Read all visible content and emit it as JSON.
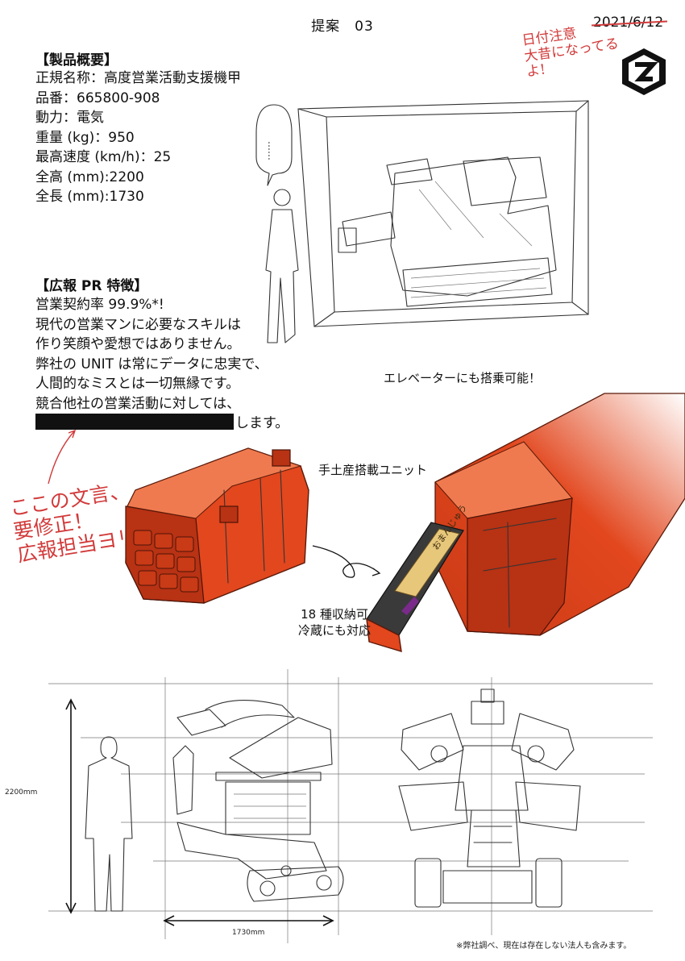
{
  "header": {
    "title": "提案　03",
    "date": "2021/6/12",
    "date_note": "日付注意\n大昔になってるよ!"
  },
  "overview": {
    "heading": "【製品概要】",
    "lines": [
      "正規名称：高度営業活動支援機甲",
      "品番：665800-908",
      "動力：電気",
      "重量 (kg)：950",
      "最高速度 (km/h)：25",
      "全高 (mm):2200",
      "全長 (mm):1730"
    ]
  },
  "pr": {
    "heading": "【広報 PR 特徴】",
    "lines": [
      "営業契約率 99.9%*!",
      "現代の営業マンに必要なスキルは",
      "作り笑顔や愛想ではありません。",
      "弊社の UNIT は常にデータに忠実で、",
      "人間的なミスとは一切無縁です。",
      "競合他社の営業活動に対しては、"
    ],
    "last_line_suffix": "します。"
  },
  "captions": {
    "elevator": "エレベーターにも搭乗可能！",
    "souvenir_unit": "手土産搭載ユニット",
    "storage_1": "18 種収納可",
    "storage_2": "冷蔵にも対応",
    "box_label": "おまんじゅう"
  },
  "correction_note": [
    "ここの文言、",
    "要修正！",
    "広報担当ヨリ"
  ],
  "speech_bubble": "……",
  "dimensions": {
    "height_label": "2200mm",
    "length_label": "1730mm"
  },
  "footnote": "※弊社調べ、現在は存在しない法人も含みます。",
  "colors": {
    "accent_red": "#d23a3a",
    "unit_orange": "#e2471e"
  },
  "icons": {
    "logo": "z-emblem-logo"
  }
}
